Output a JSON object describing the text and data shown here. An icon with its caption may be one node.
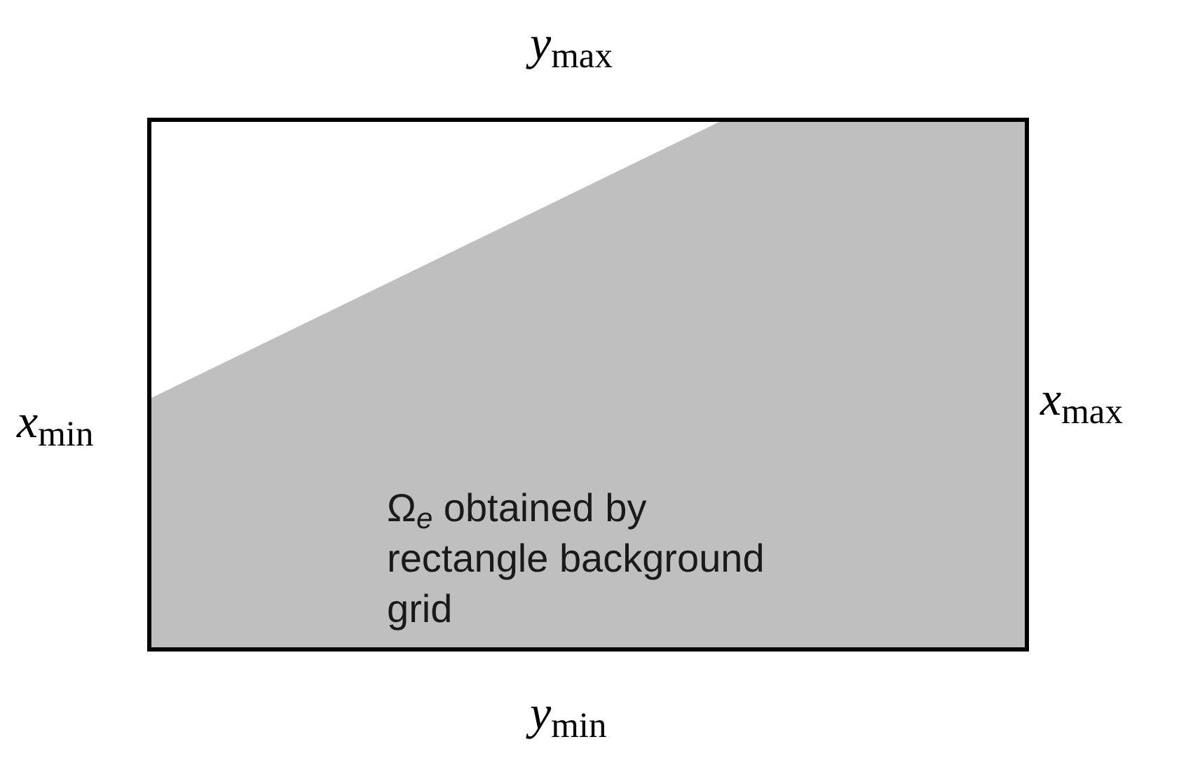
{
  "diagram": {
    "nodes": [
      {
        "text": [
          "Ω$_{e}$ obtained by rectangle background grid"
        ]
      }
    ],
    "labels": [
      "*y*$_{max}$",
      "*x*$_{min}$",
      "*x*$_{max}$",
      "*y*$_{min}$"
    ]
  }
}
